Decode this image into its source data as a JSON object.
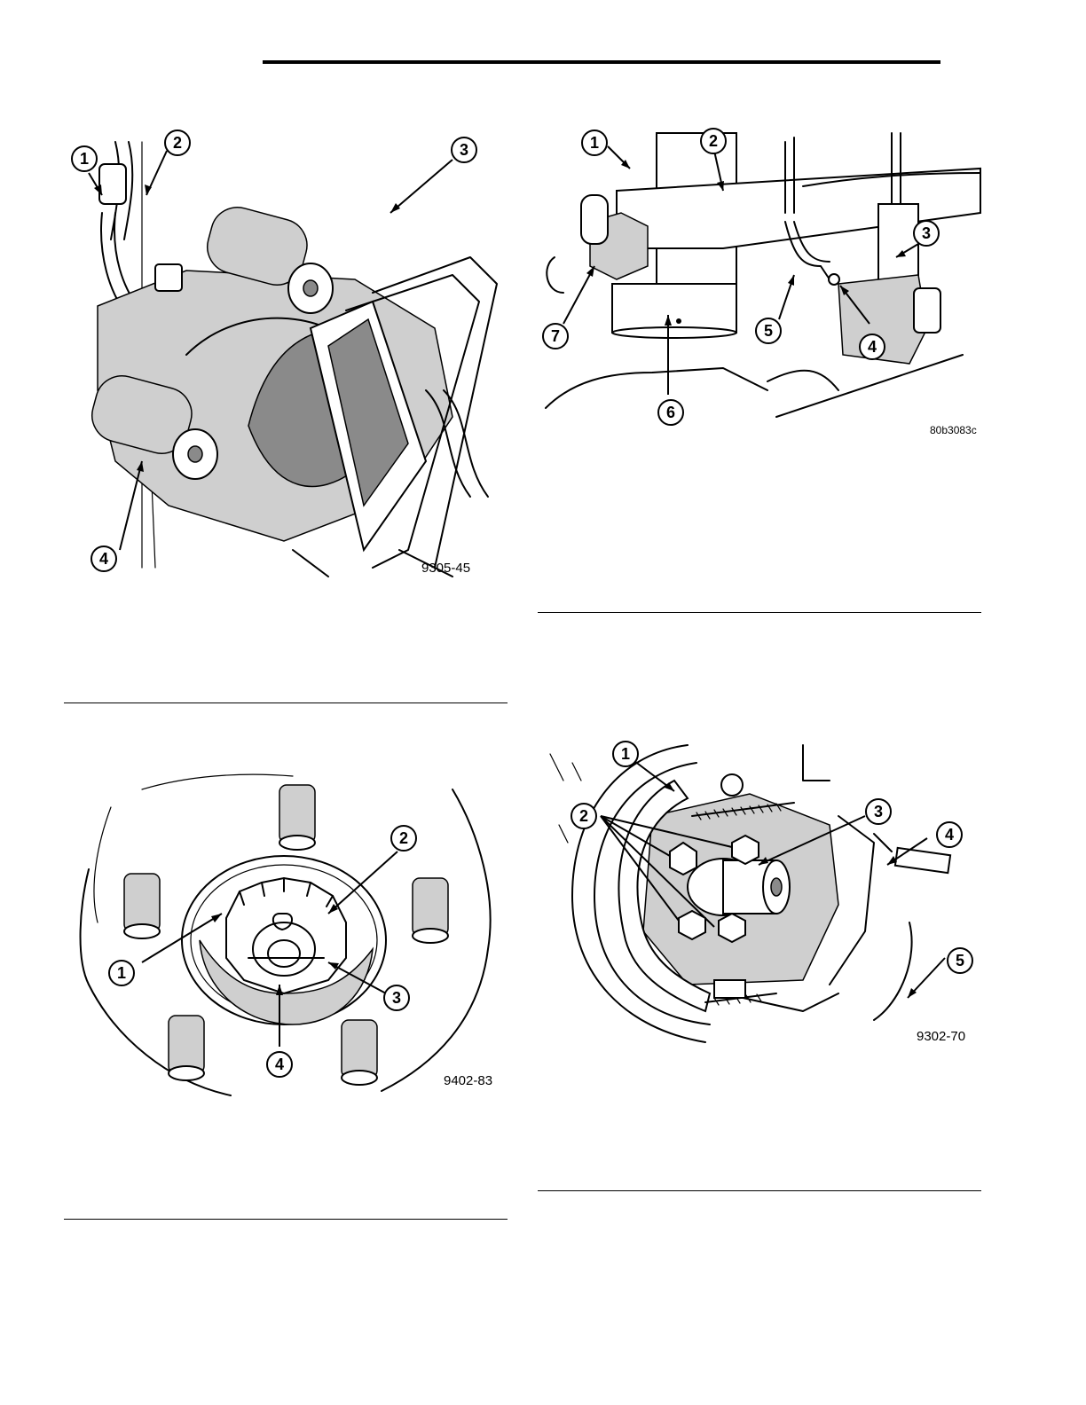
{
  "figures": [
    {
      "id": "caliper",
      "code": "9305-45",
      "callouts": [
        "1",
        "2",
        "3",
        "4"
      ]
    },
    {
      "id": "tie-rod",
      "code": "80b3083c",
      "callouts": [
        "1",
        "2",
        "3",
        "4",
        "5",
        "6",
        "7"
      ]
    },
    {
      "id": "hub-nut",
      "code": "9402-83",
      "callouts": [
        "1",
        "2",
        "3",
        "4"
      ]
    },
    {
      "id": "backing-plate",
      "code": "9302-70",
      "callouts": [
        "1",
        "2",
        "3",
        "4",
        "5"
      ]
    }
  ]
}
